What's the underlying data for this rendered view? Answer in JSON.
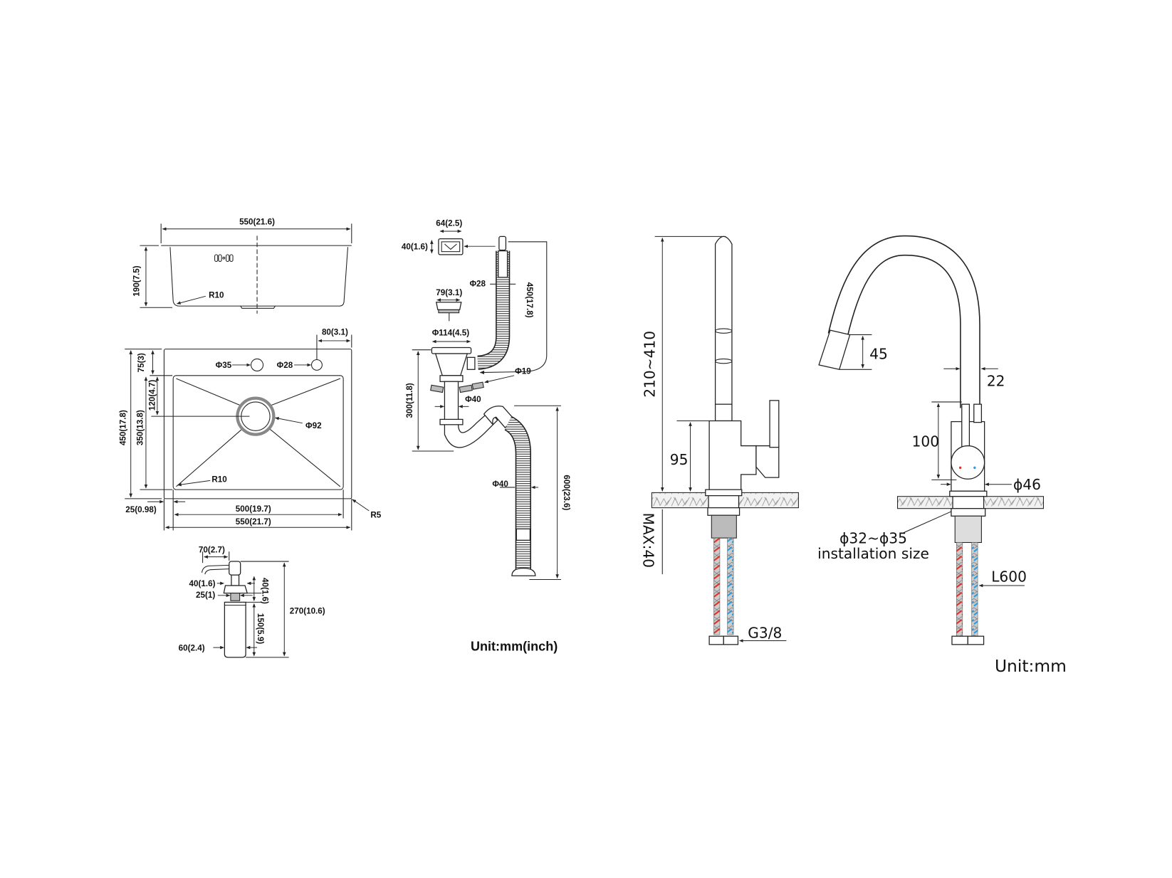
{
  "sink_side_view": {
    "width": "550(21.6)",
    "depth": "190(7.5)",
    "radius": "R10"
  },
  "sink_plan_view": {
    "tap_offset": "80(3.1)",
    "hole_1": "Φ35",
    "hole_2": "Φ28",
    "edge_to_bowl": "75(3)",
    "edge_to_drain": "120(4.7)",
    "bowl_length": "350(13.8)",
    "overall_length": "450(17.8)",
    "drain_diameter": "Φ92",
    "bowl_radius": "R10",
    "rim": "25(0.98)",
    "bowl_width": "500(19.7)",
    "overall_width": "550(21.7)",
    "corner_radius": "R5"
  },
  "soap_dispenser": {
    "spout_length": "70(2.7)",
    "collar": "40(1.6)",
    "thread": "25(1)",
    "head_height": "40(1.6)",
    "bottle_height": "150(5.9)",
    "total_height": "270(10.6)",
    "bottle_diameter": "60(2.4)"
  },
  "drain_kit": {
    "overflow_width": "64(2.5)",
    "overflow_height": "40(1.6)",
    "overflow_hose": "Φ28",
    "overflow_length": "450(17.8)",
    "basket": "79(3.1)",
    "flange": "Φ114(4.5)",
    "side_inlet": "Φ19",
    "pipe": "Φ40",
    "trap_height": "300(11.8)",
    "outlet_hose": "Φ40",
    "outlet_length": "600(23.6)",
    "unit": "Unit:mm(inch)"
  },
  "faucet_side": {
    "height": "210~410",
    "body_height": "95",
    "max_thickness": "MAX:40",
    "connector": "G3/8"
  },
  "faucet_front": {
    "spout_head": "45",
    "tube": "22",
    "body_height": "100",
    "base": "ϕ46",
    "hole_size": "ϕ32~ϕ35",
    "hole_note": "installation size",
    "hose_length": "L600",
    "unit": "Unit:mm"
  },
  "colors": {
    "hot": "#e0302a",
    "cold": "#2a9be0"
  }
}
